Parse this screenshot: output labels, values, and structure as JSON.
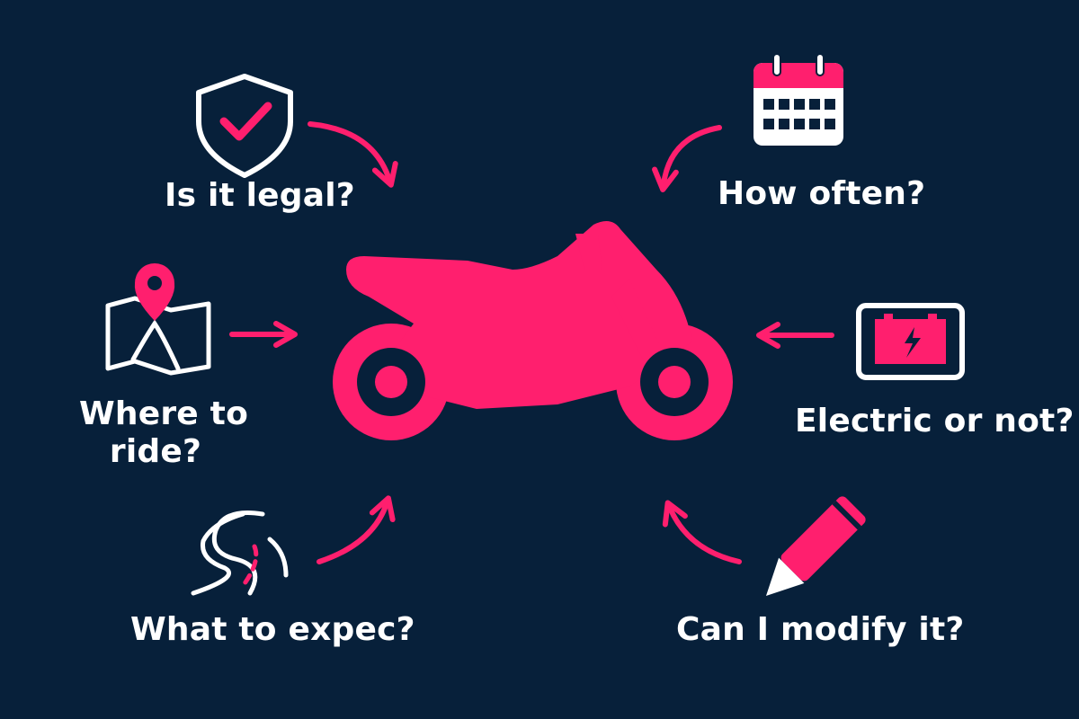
{
  "colors": {
    "background": "#07203a",
    "accent": "#ff1f6e",
    "text": "#ffffff"
  },
  "center": {
    "icon": "motorcycle-icon"
  },
  "questions": [
    {
      "id": "legal",
      "label": "Is it legal?",
      "icon": "shield-check-icon"
    },
    {
      "id": "often",
      "label": "How often?",
      "icon": "calendar-icon"
    },
    {
      "id": "where",
      "label_lines": [
        "Where to",
        "ride?"
      ],
      "icon": "map-pin-icon"
    },
    {
      "id": "electric",
      "label": "Electric or not?",
      "icon": "battery-icon"
    },
    {
      "id": "expect",
      "label": "What to expec?",
      "icon": "winding-road-icon"
    },
    {
      "id": "modify",
      "label": "Can I modify it?",
      "icon": "pencil-icon"
    }
  ]
}
